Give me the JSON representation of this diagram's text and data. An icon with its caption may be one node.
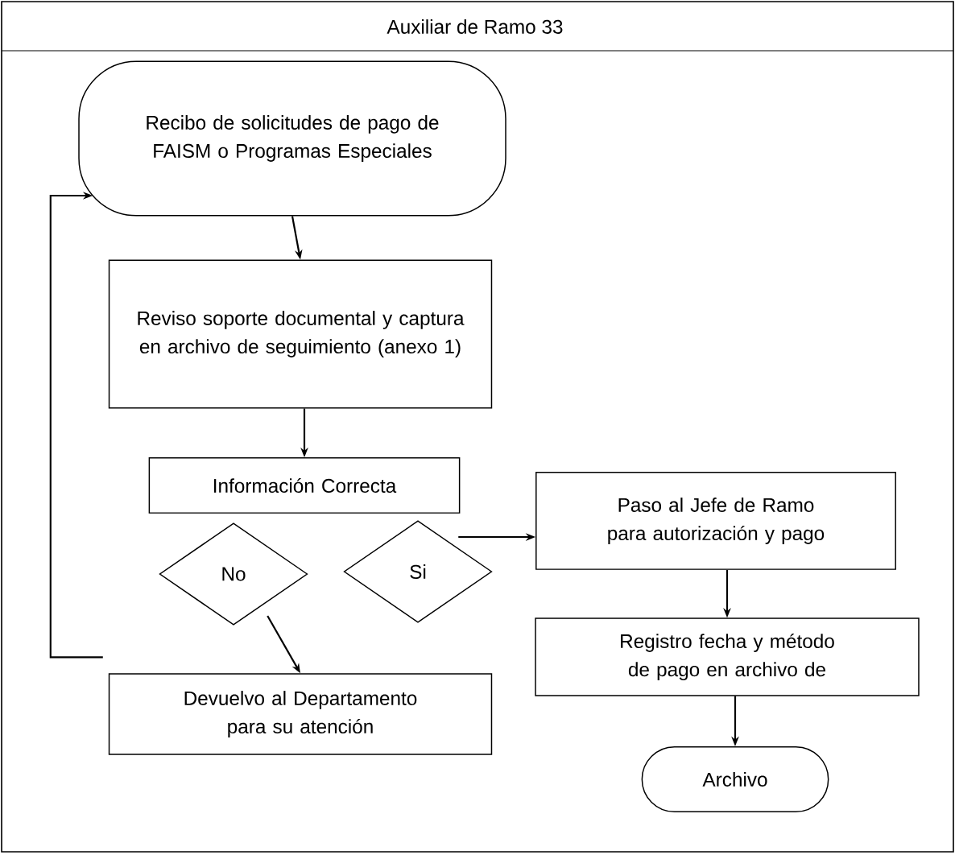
{
  "diagram": {
    "title": "Auxiliar de Ramo 33",
    "nodes": [
      {
        "text": [
          "Recibo de solicitudes de pago de FAISM o Programas Especiales"
        ]
      },
      {
        "text": [
          "Reviso soporte documental y captura en archivo de seguimiento (anexo 1)"
        ]
      },
      {
        "text": [
          "Información Correcta"
        ]
      },
      {
        "text": [
          "No"
        ]
      },
      {
        "text": [
          "Si"
        ]
      },
      {
        "text": [
          "Paso al Jefe de Ramo para autorización y pago"
        ]
      },
      {
        "text": [
          "Registro fecha y método de pago en archivo de"
        ]
      },
      {
        "text": [
          "Devuelvo al Departamento para su atención"
        ]
      },
      {
        "text": [
          "Archivo"
        ]
      }
    ],
    "edges": [
      {
        "from": 0,
        "to": 1,
        "arrow": "to"
      },
      {
        "from": 1,
        "to": 2,
        "arrow": "to"
      },
      {
        "from": 4,
        "to": 5,
        "arrow": "to"
      },
      {
        "from": 5,
        "to": 6,
        "arrow": "to"
      },
      {
        "from": 6,
        "to": 8,
        "arrow": "to"
      },
      {
        "from": 3,
        "to": 7,
        "arrow": "to"
      },
      {
        "from": 7,
        "to": 0,
        "arrow": "to"
      }
    ]
  }
}
